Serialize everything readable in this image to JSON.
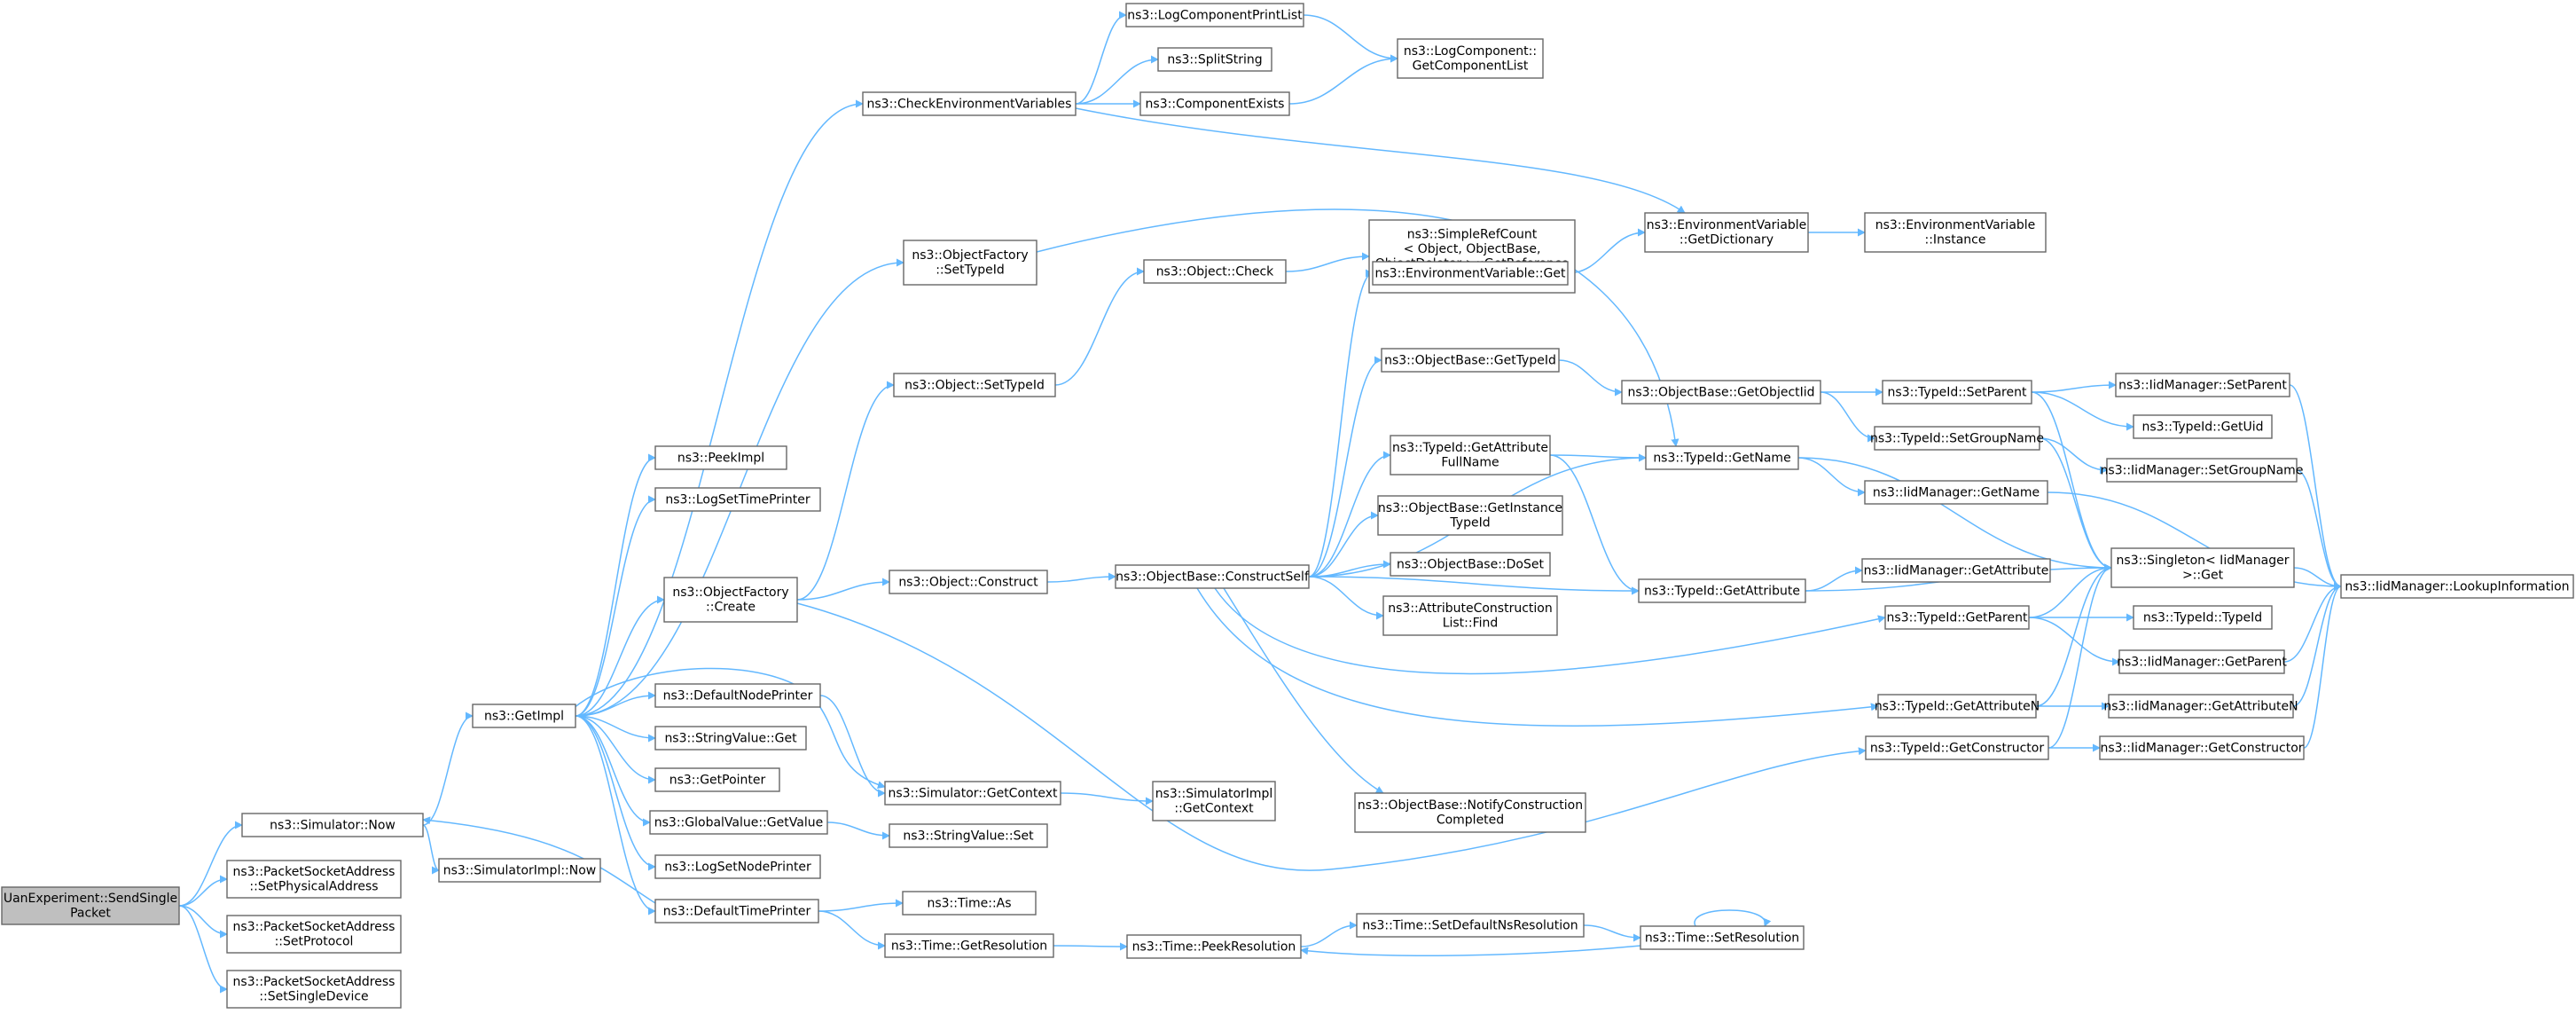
{
  "graph": {
    "nodes": [
      {
        "id": "root",
        "lines": [
          "UanExperiment::SendSingle",
          "Packet"
        ],
        "root": true
      },
      {
        "id": "now",
        "lines": [
          "ns3::Simulator::Now"
        ]
      },
      {
        "id": "setphys",
        "lines": [
          "ns3::PacketSocketAddress",
          "::SetPhysicalAddress"
        ]
      },
      {
        "id": "setproto",
        "lines": [
          "ns3::PacketSocketAddress",
          "::SetProtocol"
        ]
      },
      {
        "id": "setdev",
        "lines": [
          "ns3::PacketSocketAddress",
          "::SetSingleDevice"
        ]
      },
      {
        "id": "getimpl",
        "lines": [
          "ns3::GetImpl"
        ]
      },
      {
        "id": "simimplnow",
        "lines": [
          "ns3::SimulatorImpl::Now"
        ]
      },
      {
        "id": "peekimpl",
        "lines": [
          "ns3::PeekImpl"
        ]
      },
      {
        "id": "logsettimeprinter",
        "lines": [
          "ns3::LogSetTimePrinter"
        ]
      },
      {
        "id": "objfactcreate",
        "lines": [
          "ns3::ObjectFactory",
          "::Create"
        ]
      },
      {
        "id": "defnodeprinter",
        "lines": [
          "ns3::DefaultNodePrinter"
        ]
      },
      {
        "id": "strvalget",
        "lines": [
          "ns3::StringValue::Get"
        ]
      },
      {
        "id": "getpointer",
        "lines": [
          "ns3::GetPointer"
        ]
      },
      {
        "id": "globalvalget",
        "lines": [
          "ns3::GlobalValue::GetValue"
        ]
      },
      {
        "id": "logsetnodeprinter",
        "lines": [
          "ns3::LogSetNodePrinter"
        ]
      },
      {
        "id": "deftimeprinter",
        "lines": [
          "ns3::DefaultTimePrinter"
        ]
      },
      {
        "id": "checkenv",
        "lines": [
          "ns3::CheckEnvironmentVariables"
        ]
      },
      {
        "id": "objfactsettypeid",
        "lines": [
          "ns3::ObjectFactory",
          "::SetTypeId"
        ]
      },
      {
        "id": "objsettypeid",
        "lines": [
          "ns3::Object::SetTypeId"
        ]
      },
      {
        "id": "objconstruct",
        "lines": [
          "ns3::Object::Construct"
        ]
      },
      {
        "id": "simgetctx",
        "lines": [
          "ns3::Simulator::GetContext"
        ]
      },
      {
        "id": "strvalset",
        "lines": [
          "ns3::StringValue::Set"
        ]
      },
      {
        "id": "timeas",
        "lines": [
          "ns3::Time::As"
        ]
      },
      {
        "id": "timegetres",
        "lines": [
          "ns3::Time::GetResolution"
        ]
      },
      {
        "id": "logcompprintlist",
        "lines": [
          "ns3::LogComponentPrintList"
        ]
      },
      {
        "id": "splitstring",
        "lines": [
          "ns3::SplitString"
        ]
      },
      {
        "id": "compexists",
        "lines": [
          "ns3::ComponentExists"
        ]
      },
      {
        "id": "objcheck",
        "lines": [
          "ns3::Object::Check"
        ]
      },
      {
        "id": "constructself",
        "lines": [
          "ns3::ObjectBase::ConstructSelf"
        ]
      },
      {
        "id": "simimplgetctx",
        "lines": [
          "ns3::SimulatorImpl",
          "::GetContext"
        ]
      },
      {
        "id": "peekres",
        "lines": [
          "ns3::Time::PeekResolution"
        ]
      },
      {
        "id": "logcompgetlist",
        "lines": [
          "ns3::LogComponent::",
          "GetComponentList"
        ]
      },
      {
        "id": "simplerefcount",
        "lines": [
          "ns3::SimpleRefCount",
          "< Object, ObjectBase,",
          "ObjectDeleter >::GetReference",
          "Count"
        ]
      },
      {
        "id": "envvarget",
        "lines": [
          "ns3::EnvironmentVariable::Get"
        ]
      },
      {
        "id": "objbasegettypeid",
        "lines": [
          "ns3::ObjectBase::GetTypeId"
        ]
      },
      {
        "id": "typeidgetattrfullname",
        "lines": [
          "ns3::TypeId::GetAttribute",
          "FullName"
        ]
      },
      {
        "id": "getinstancetypeid",
        "lines": [
          "ns3::ObjectBase::GetInstance",
          "TypeId"
        ]
      },
      {
        "id": "doset",
        "lines": [
          "ns3::ObjectBase::DoSet"
        ]
      },
      {
        "id": "attrconstrfind",
        "lines": [
          "ns3::AttributeConstruction",
          "List::Find"
        ]
      },
      {
        "id": "notifyconstr",
        "lines": [
          "ns3::ObjectBase::NotifyConstruction",
          "Completed"
        ]
      },
      {
        "id": "setdefaultnsres",
        "lines": [
          "ns3::Time::SetDefaultNsResolution"
        ]
      },
      {
        "id": "envvargetdict",
        "lines": [
          "ns3::EnvironmentVariable",
          "::GetDictionary"
        ]
      },
      {
        "id": "getobjectiid",
        "lines": [
          "ns3::ObjectBase::GetObjectIid"
        ]
      },
      {
        "id": "typeidgetname",
        "lines": [
          "ns3::TypeId::GetName"
        ]
      },
      {
        "id": "typeidgetattr",
        "lines": [
          "ns3::TypeId::GetAttribute"
        ]
      },
      {
        "id": "timesetres",
        "lines": [
          "ns3::Time::SetResolution"
        ]
      },
      {
        "id": "envvarinstance",
        "lines": [
          "ns3::EnvironmentVariable",
          "::Instance"
        ]
      },
      {
        "id": "typeidsetparent",
        "lines": [
          "ns3::TypeId::SetParent"
        ]
      },
      {
        "id": "typeidsetgroupname",
        "lines": [
          "ns3::TypeId::SetGroupName"
        ]
      },
      {
        "id": "typeidgetparent",
        "lines": [
          "ns3::TypeId::GetParent"
        ]
      },
      {
        "id": "typeidgetattrn",
        "lines": [
          "ns3::TypeId::GetAttributeN"
        ]
      },
      {
        "id": "typeidgetconstructor",
        "lines": [
          "ns3::TypeId::GetConstructor"
        ]
      },
      {
        "id": "iidgetname",
        "lines": [
          "ns3::IidManager::GetName"
        ]
      },
      {
        "id": "iidgetattr",
        "lines": [
          "ns3::IidManager::GetAttribute"
        ]
      },
      {
        "id": "singletonget",
        "lines": [
          "ns3::Singleton< IidManager",
          ">::Get"
        ]
      },
      {
        "id": "iidsetparent",
        "lines": [
          "ns3::IidManager::SetParent"
        ]
      },
      {
        "id": "typeidgetuid",
        "lines": [
          "ns3::TypeId::GetUid"
        ]
      },
      {
        "id": "iidsetgroupname",
        "lines": [
          "ns3::IidManager::SetGroupName"
        ]
      },
      {
        "id": "typeidtypeid",
        "lines": [
          "ns3::TypeId::TypeId"
        ]
      },
      {
        "id": "iidgetparent",
        "lines": [
          "ns3::IidManager::GetParent"
        ]
      },
      {
        "id": "iidgetattrn",
        "lines": [
          "ns3::IidManager::GetAttributeN"
        ]
      },
      {
        "id": "iidgetconstructor",
        "lines": [
          "ns3::IidManager::GetConstructor"
        ]
      },
      {
        "id": "iidlookup",
        "lines": [
          "ns3::IidManager::LookupInformation"
        ]
      }
    ],
    "edges": [
      [
        "root",
        "now"
      ],
      [
        "root",
        "setphys"
      ],
      [
        "root",
        "setproto"
      ],
      [
        "root",
        "setdev"
      ],
      [
        "now",
        "getimpl"
      ],
      [
        "now",
        "simimplnow"
      ],
      [
        "getimpl",
        "peekimpl"
      ],
      [
        "getimpl",
        "logsettimeprinter"
      ],
      [
        "getimpl",
        "objfactcreate"
      ],
      [
        "getimpl",
        "defnodeprinter"
      ],
      [
        "getimpl",
        "strvalget"
      ],
      [
        "getimpl",
        "getpointer"
      ],
      [
        "getimpl",
        "globalvalget"
      ],
      [
        "getimpl",
        "logsetnodeprinter"
      ],
      [
        "getimpl",
        "deftimeprinter"
      ],
      [
        "getimpl",
        "checkenv"
      ],
      [
        "getimpl",
        "objfactsettypeid"
      ],
      [
        "getimpl",
        "simgetctx"
      ],
      [
        "checkenv",
        "logcompprintlist"
      ],
      [
        "checkenv",
        "splitstring"
      ],
      [
        "checkenv",
        "compexists"
      ],
      [
        "checkenv",
        "envvargetdict"
      ],
      [
        "logcompprintlist",
        "logcompgetlist"
      ],
      [
        "compexists",
        "logcompgetlist"
      ],
      [
        "objfactsettypeid",
        "typeidgetname"
      ],
      [
        "objfactcreate",
        "objsettypeid"
      ],
      [
        "objfactcreate",
        "objconstruct"
      ],
      [
        "objfactcreate",
        "typeidgetconstructor"
      ],
      [
        "objsettypeid",
        "objcheck"
      ],
      [
        "objcheck",
        "simplerefcount"
      ],
      [
        "objconstruct",
        "constructself"
      ],
      [
        "defnodeprinter",
        "simgetctx"
      ],
      [
        "globalvalget",
        "strvalset"
      ],
      [
        "simgetctx",
        "simimplgetctx"
      ],
      [
        "deftimeprinter",
        "now"
      ],
      [
        "deftimeprinter",
        "timeas"
      ],
      [
        "deftimeprinter",
        "timegetres"
      ],
      [
        "timegetres",
        "peekres"
      ],
      [
        "constructself",
        "envvarget"
      ],
      [
        "constructself",
        "objbasegettypeid"
      ],
      [
        "constructself",
        "typeidgetattrfullname"
      ],
      [
        "constructself",
        "getinstancetypeid"
      ],
      [
        "constructself",
        "doset"
      ],
      [
        "constructself",
        "attrconstrfind"
      ],
      [
        "constructself",
        "notifyconstr"
      ],
      [
        "constructself",
        "typeidgetname"
      ],
      [
        "constructself",
        "typeidgetattr"
      ],
      [
        "constructself",
        "typeidgetparent"
      ],
      [
        "constructself",
        "typeidgetattrn"
      ],
      [
        "envvarget",
        "envvargetdict"
      ],
      [
        "envvargetdict",
        "envvarinstance"
      ],
      [
        "objbasegettypeid",
        "getobjectiid"
      ],
      [
        "getobjectiid",
        "typeidsetparent"
      ],
      [
        "getobjectiid",
        "typeidsetgroupname"
      ],
      [
        "typeidgetattrfullname",
        "typeidgetname"
      ],
      [
        "typeidgetattrfullname",
        "typeidgetattr"
      ],
      [
        "typeidgetname",
        "iidgetname"
      ],
      [
        "typeidgetname",
        "singletonget"
      ],
      [
        "typeidgetattr",
        "iidgetattr"
      ],
      [
        "typeidgetattr",
        "singletonget"
      ],
      [
        "peekres",
        "setdefaultnsres"
      ],
      [
        "setdefaultnsres",
        "timesetres"
      ],
      [
        "timesetres",
        "peekres"
      ],
      [
        "timesetres",
        "timesetres"
      ],
      [
        "typeidsetparent",
        "iidsetparent"
      ],
      [
        "typeidsetparent",
        "typeidgetuid"
      ],
      [
        "typeidsetparent",
        "singletonget"
      ],
      [
        "typeidsetgroupname",
        "iidsetgroupname"
      ],
      [
        "typeidsetgroupname",
        "singletonget"
      ],
      [
        "typeidgetparent",
        "typeidtypeid"
      ],
      [
        "typeidgetparent",
        "iidgetparent"
      ],
      [
        "typeidgetparent",
        "singletonget"
      ],
      [
        "typeidgetattrn",
        "iidgetattrn"
      ],
      [
        "typeidgetattrn",
        "singletonget"
      ],
      [
        "typeidgetconstructor",
        "iidgetconstructor"
      ],
      [
        "typeidgetconstructor",
        "singletonget"
      ],
      [
        "iidgetname",
        "iidlookup"
      ],
      [
        "iidsetparent",
        "iidlookup"
      ],
      [
        "iidsetgroupname",
        "iidlookup"
      ],
      [
        "iidgetparent",
        "iidlookup"
      ],
      [
        "iidgetattrn",
        "iidlookup"
      ],
      [
        "iidgetconstructor",
        "iidlookup"
      ],
      [
        "singletonget",
        "iidlookup"
      ]
    ],
    "colors": {
      "edge": "#63b8ff",
      "node_border": "#666666",
      "root_fill": "#bfbfbf"
    }
  }
}
